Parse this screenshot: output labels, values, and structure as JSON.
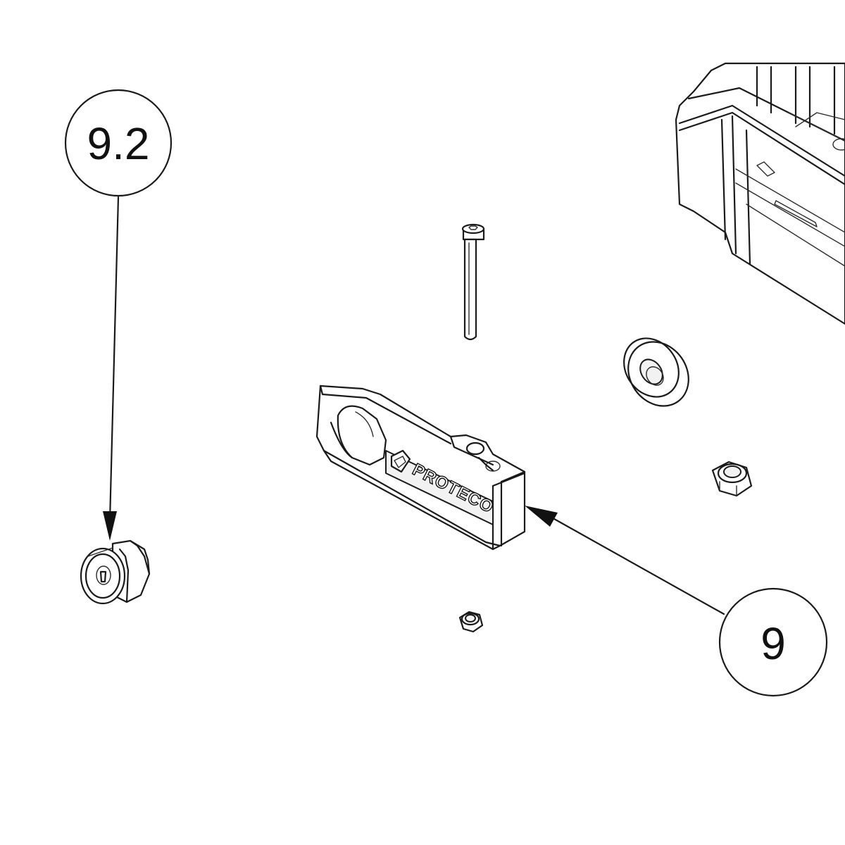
{
  "callouts": {
    "left_label": "9.2",
    "right_label": "9"
  },
  "brand": {
    "logo_text": "PROTECO"
  },
  "colors": {
    "line": "#1a1a1a",
    "background": "#ffffff"
  }
}
